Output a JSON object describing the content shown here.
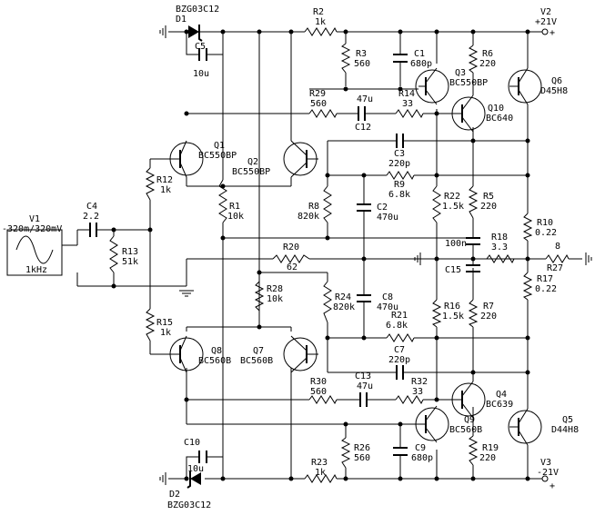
{
  "components": {
    "D1": {
      "ref": "D1",
      "part": "BZG03C12"
    },
    "D2": {
      "ref": "D2",
      "part": "BZG03C12"
    },
    "C5": {
      "ref": "C5",
      "value": "10u"
    },
    "C10": {
      "ref": "C10",
      "value": "10u"
    },
    "R2": {
      "ref": "R2",
      "value": "1k"
    },
    "R3": {
      "ref": "R3",
      "value": "560"
    },
    "C1": {
      "ref": "C1",
      "value": "680p"
    },
    "R6": {
      "ref": "R6",
      "value": "220"
    },
    "V2": {
      "ref": "V2",
      "value": "+21V"
    },
    "V3": {
      "ref": "V3",
      "value": "-21V"
    },
    "Q3": {
      "ref": "Q3",
      "part": "BC550BP"
    },
    "Q6": {
      "ref": "Q6",
      "part": "D45H8"
    },
    "R29": {
      "ref": "R29",
      "value": "560"
    },
    "C12": {
      "ref": "C12",
      "value": "47u"
    },
    "R14": {
      "ref": "R14",
      "value": "33"
    },
    "Q10": {
      "ref": "Q10",
      "part": "BC640"
    },
    "Q1": {
      "ref": "Q1",
      "part": "BC550BP"
    },
    "Q2": {
      "ref": "Q2",
      "part": "BC550BP"
    },
    "C3": {
      "ref": "C3",
      "value": "220p"
    },
    "R12": {
      "ref": "R12",
      "value": "1k"
    },
    "R9": {
      "ref": "R9",
      "value": "6.8k"
    },
    "R1": {
      "ref": "R1",
      "value": "10k"
    },
    "R8": {
      "ref": "R8",
      "value": "820k"
    },
    "C2": {
      "ref": "C2",
      "value": "470u"
    },
    "R22": {
      "ref": "R22",
      "value": "1.5k"
    },
    "R5": {
      "ref": "R5",
      "value": "220"
    },
    "R10": {
      "ref": "R10",
      "value": "0.22"
    },
    "V1": {
      "ref": "V1",
      "value": "-320m/320mV",
      "freq": "1kHz"
    },
    "C4": {
      "ref": "C4",
      "value": "2.2"
    },
    "R13": {
      "ref": "R13",
      "value": "51k"
    },
    "R20": {
      "ref": "R20",
      "value": "62"
    },
    "C14": {
      "ref": "",
      "value": "100n"
    },
    "R18": {
      "ref": "R18",
      "value": "3.3"
    },
    "R27": {
      "ref": "R27",
      "value": "8"
    },
    "C15": {
      "ref": "C15",
      "value": ""
    },
    "R17": {
      "ref": "R17",
      "value": "0.22"
    },
    "R28": {
      "ref": "R28",
      "value": "10k"
    },
    "R24": {
      "ref": "R24",
      "value": "820k"
    },
    "C8": {
      "ref": "C8",
      "value": "470u"
    },
    "R21": {
      "ref": "R21",
      "value": "6.8k"
    },
    "R16": {
      "ref": "R16",
      "value": "1.5k"
    },
    "R7": {
      "ref": "R7",
      "value": "220"
    },
    "R15": {
      "ref": "R15",
      "value": "1k"
    },
    "Q8": {
      "ref": "Q8",
      "part": "BC560B"
    },
    "Q7": {
      "ref": "Q7",
      "part": "BC560B"
    },
    "C7": {
      "ref": "C7",
      "value": "220p"
    },
    "R30": {
      "ref": "R30",
      "value": "560"
    },
    "C13": {
      "ref": "C13",
      "value": "47u"
    },
    "R32": {
      "ref": "R32",
      "value": "33"
    },
    "Q4": {
      "ref": "Q4",
      "part": "BC639"
    },
    "Q9": {
      "ref": "Q9",
      "part": "BC560B"
    },
    "Q5": {
      "ref": "Q5",
      "part": "D44H8"
    },
    "R26": {
      "ref": "R26",
      "value": "560"
    },
    "C9": {
      "ref": "C9",
      "value": "680p"
    },
    "R19": {
      "ref": "R19",
      "value": "220"
    },
    "R23": {
      "ref": "R23",
      "value": "1k"
    }
  },
  "icons": [
    "resistor-icon",
    "capacitor-icon",
    "npn-transistor-icon",
    "pnp-transistor-icon",
    "zener-diode-icon",
    "ground-icon",
    "sine-source-icon"
  ],
  "colors": {
    "ink": "#000000",
    "background": "#ffffff"
  }
}
